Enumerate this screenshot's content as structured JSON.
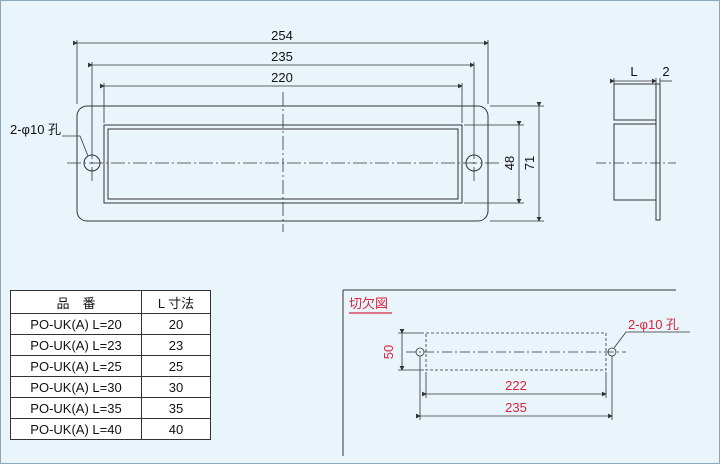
{
  "drawing": {
    "dimensions": {
      "overall_length": "254",
      "hole_pitch": "235",
      "inner_length": "220",
      "inner_height": "48",
      "overall_height": "71",
      "side_l": "L",
      "side_thickness": "2",
      "holes": "2-φ10 孔"
    }
  },
  "spec_table": {
    "headers": [
      "品　番",
      "L 寸法"
    ],
    "rows": [
      {
        "name": "PO-UK(A) L=20",
        "l": "20"
      },
      {
        "name": "PO-UK(A) L=23",
        "l": "23"
      },
      {
        "name": "PO-UK(A) L=25",
        "l": "25"
      },
      {
        "name": "PO-UK(A) L=30",
        "l": "30"
      },
      {
        "name": "PO-UK(A) L=35",
        "l": "35"
      },
      {
        "name": "PO-UK(A) L=40",
        "l": "40"
      }
    ]
  },
  "cutout": {
    "title": "切欠図",
    "height": "50",
    "inner_length": "222",
    "hole_pitch": "235",
    "holes": "2-φ10 孔"
  },
  "colors": {
    "background": "#e9f4fb",
    "line": "#333333",
    "annotation_red": "#d7263d"
  }
}
